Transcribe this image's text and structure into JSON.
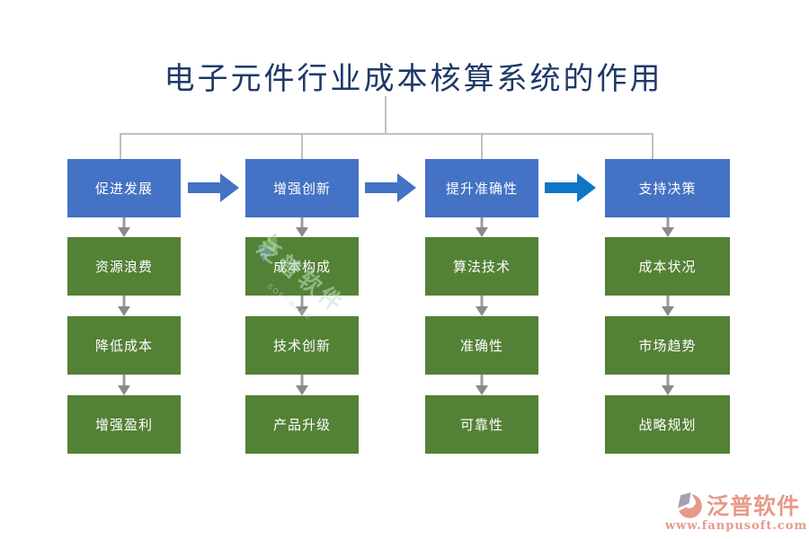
{
  "title": "电子元件行业成本核算系统的作用",
  "columns": [
    {
      "header": "促进发展",
      "items": [
        "资源浪费",
        "降低成本",
        "增强盈利"
      ]
    },
    {
      "header": "增强创新",
      "items": [
        "成本构成",
        "技术创新",
        "产品升级"
      ]
    },
    {
      "header": "提升准确性",
      "items": [
        "算法技术",
        "准确性",
        "可靠性"
      ]
    },
    {
      "header": "支持决策",
      "items": [
        "成本状况",
        "市场趋势",
        "战略规划"
      ]
    }
  ],
  "watermark": {
    "text": "泛普软件",
    "subtext": "SOFTWARE"
  },
  "footer": {
    "brand": "泛普软件",
    "url": "www.fanpusoft.com"
  },
  "colors": {
    "header_box": "#4472C4",
    "item_box": "#538135",
    "flow_arrow": "#4472C4",
    "flow_arrow_bright": "#0E76C6",
    "connector_line": "#BFBFBF",
    "down_arrow": "#8F8F8F",
    "title_text": "#1E3968",
    "brand_text": "#E8998A"
  }
}
